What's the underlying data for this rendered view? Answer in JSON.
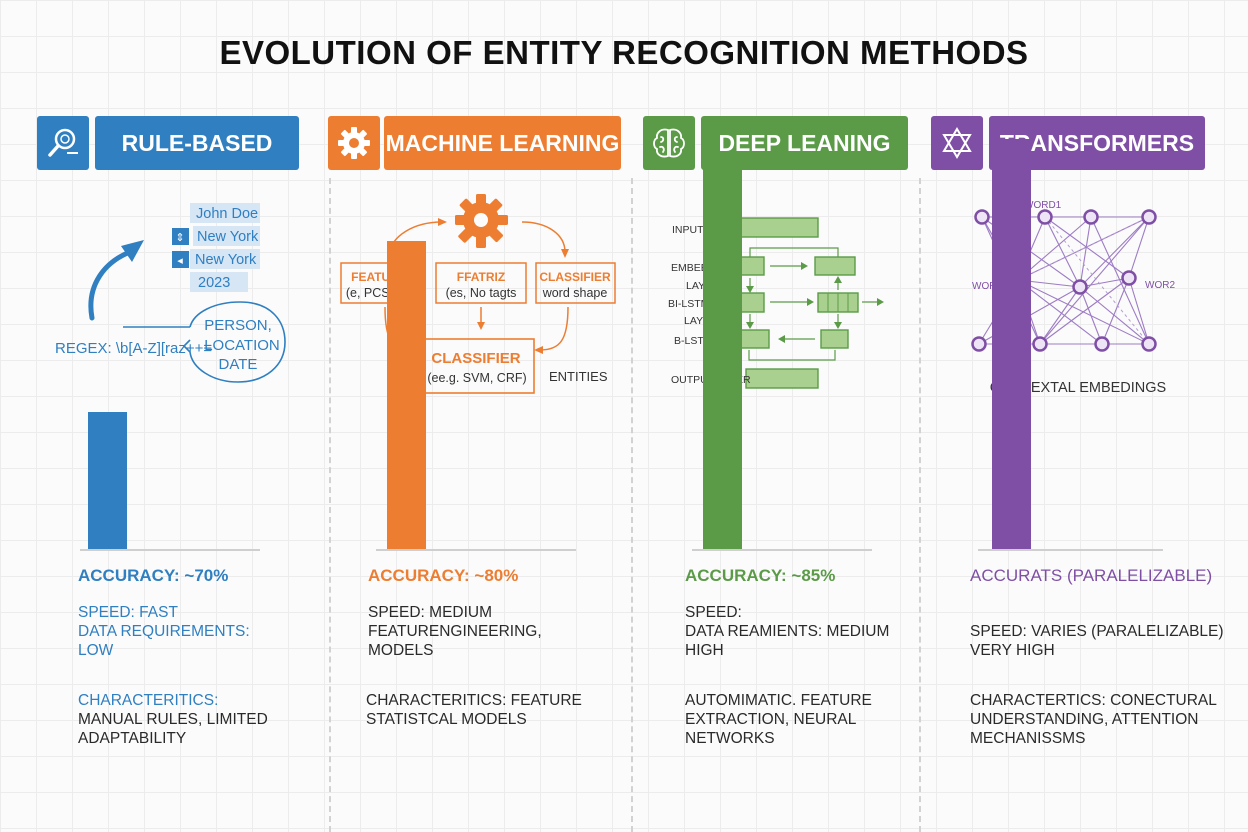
{
  "title": "EVOLUTION OF ENTITY RECOGNITION METHODS",
  "colors": {
    "rule_based": "#2f7fc1",
    "machine_learning": "#ed7d31",
    "deep_learning": "#5b9b48",
    "transformers": "#7f4fa6"
  },
  "columns": [
    {
      "header": "RULE-BASED",
      "icon": "magnifier-icon",
      "accuracy_text": "ACCURACY: ~70%",
      "accuracy_value": 70,
      "speed_lines": [
        "SPEED: FAST",
        "DATA REQUIREMENTS:",
        "LOW"
      ],
      "char_lines": [
        "CHARACTERITICS:",
        "MANUAL RULES, LIMITED",
        "ADAPTABILITY"
      ],
      "diagram": {
        "entities": [
          "John Doe",
          "New York",
          "New York",
          "2023"
        ],
        "regex": "REGEX: \\b[A-Z][raz++≡",
        "labels": [
          "PERSON,",
          "LOCATION",
          "DATE"
        ]
      }
    },
    {
      "header": "MACHINE LEARNING",
      "icon": "gear-icon",
      "accuracy_text": "ACCURACY: ~80%",
      "accuracy_value": 80,
      "speed_lines": [
        "SPEED: MEDIUM",
        "FEATURENGINEERING,",
        "MODELS"
      ],
      "char_lines": [
        "CHARACTERITICS: FEATURE",
        "STATISTCAL MODELS"
      ],
      "diagram": {
        "box1_title": "FEATURES",
        "box1_sub": "(e, PCS tags,",
        "box2_title": "FFATRIZ",
        "box2_sub": "(es, No tagts",
        "box3_title": "CLASSIFIER",
        "box3_sub": "word shape",
        "main_title": "CLASSIFIER",
        "main_sub": "(ee.g. SVM, CRF)",
        "entities": "ENTITIES"
      }
    },
    {
      "header": "DEEP LEANING",
      "icon": "brain-icon",
      "accuracy_text": "ACCURACY: ~85%",
      "accuracy_value": 85,
      "speed_lines": [
        "SPEED:",
        "DATA REAMIENTS: MEDIUM",
        "HIGH"
      ],
      "char_lines": [
        "AUTOMIMATIC.   FEATURE",
        "EXTRACTION, NEURAL",
        "NETWORKS"
      ],
      "diagram": {
        "input": "INPUT LAYER",
        "embed1": "EMBEEDING",
        "embed2": "LAYER",
        "bilstm1": "BI-LSTM",
        "bilstm2": "LAYERS",
        "bilstm3": "B-LSTM",
        "output": "OUTPUT LAYER"
      }
    },
    {
      "header": "TRANSFORMERS",
      "icon": "star-of-david-icon",
      "accuracy_text": "ACCURATS (PARALELIZABLE)",
      "accuracy_value": 86,
      "speed_lines": [
        "",
        "SPEED: VARIES (PARALELIZABLE)",
        "VERY HIGH"
      ],
      "char_lines": [
        "CHARACTERTICS: CONECTURAL",
        "UNDERSTANDING, ATTENTION",
        "MECHANISSMS"
      ],
      "diagram": {
        "word_top": "WORD1",
        "word_left": "WORD1",
        "word_right": "WOR2",
        "caption": "CONFEXTAL EMBEDINGS"
      }
    }
  ]
}
